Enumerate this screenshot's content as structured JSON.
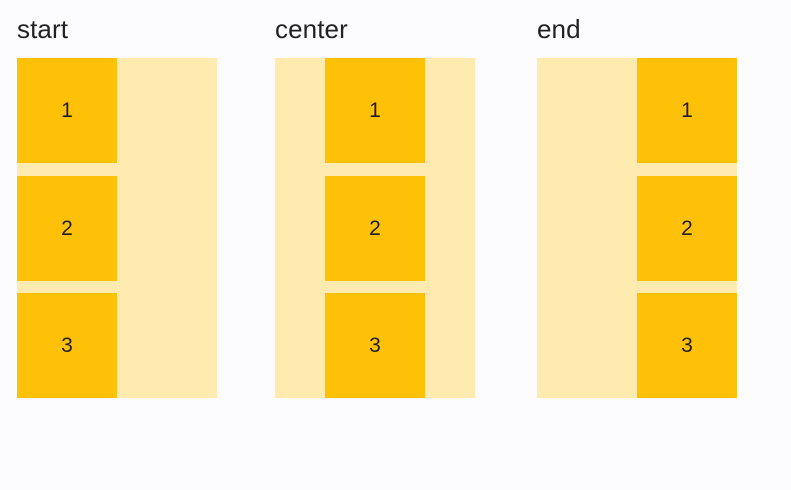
{
  "page": {
    "background_color": "#fcfcfe",
    "text_color": "#222226"
  },
  "colors": {
    "container_background": "#ffebb0",
    "item_background": "#ffc107",
    "item_text": "#1e1e20"
  },
  "groups": [
    {
      "label": "start",
      "alignment": "flex-start",
      "items": [
        {
          "label": "1"
        },
        {
          "label": "2"
        },
        {
          "label": "3"
        }
      ]
    },
    {
      "label": "center",
      "alignment": "center",
      "items": [
        {
          "label": "1"
        },
        {
          "label": "2"
        },
        {
          "label": "3"
        }
      ]
    },
    {
      "label": "end",
      "alignment": "flex-end",
      "items": [
        {
          "label": "1"
        },
        {
          "label": "2"
        },
        {
          "label": "3"
        }
      ]
    }
  ]
}
